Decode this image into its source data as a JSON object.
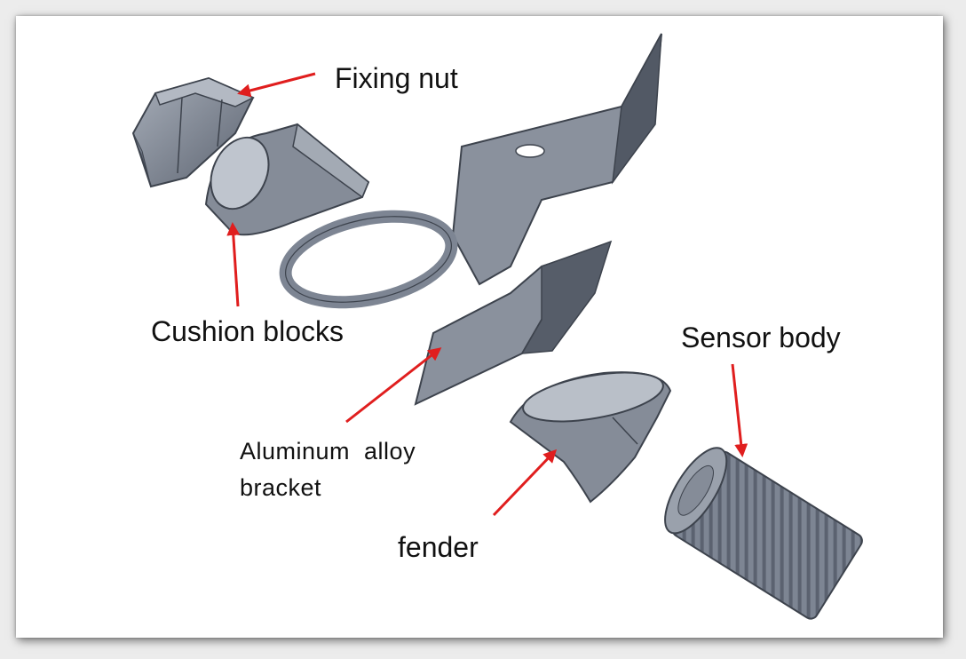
{
  "labels": {
    "fixing_nut": "Fixing nut",
    "cushion_blocks": "Cushion blocks",
    "sensor_body": "Sensor body",
    "aluminum_alloy_bracket": [
      "Aluminum  alloy",
      "bracket"
    ],
    "fender": "fender"
  },
  "colors": {
    "part_fill": "#7d8593",
    "part_light": "#a6adb8",
    "part_dark": "#4e5561",
    "arrow": "#e01e1e",
    "background": "#ffffff",
    "text": "#111111"
  }
}
